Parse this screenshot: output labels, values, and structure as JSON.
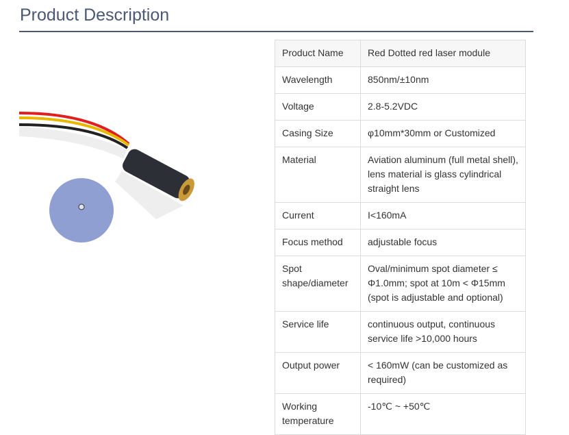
{
  "title": "Product Description",
  "specs": [
    {
      "k": "Product Name",
      "v": "Red Dotted red laser module"
    },
    {
      "k": "Wavelength",
      "v": "850nm/±10nm"
    },
    {
      "k": "Voltage",
      "v": "2.8-5.2VDC"
    },
    {
      "k": "Casing Size",
      "v": "φ10mm*30mm or Customized"
    },
    {
      "k": "Material",
      "v": "Aviation aluminum (full metal shell), lens material is glass cylindrical straight lens"
    },
    {
      "k": "Current",
      "v": "I<160mA"
    },
    {
      "k": "Focus method",
      "v": "adjustable focus"
    },
    {
      "k": "Spot shape/diameter",
      "v": "Oval/minimum spot diameter ≤ Φ1.0mm; spot at 10m < Φ15mm (spot is adjustable and optional)"
    },
    {
      "k": "Service life",
      "v": "continuous output, continuous service life >10,000 hours"
    },
    {
      "k": "Output power",
      "v": " < 160mW (can be customized as required)"
    },
    {
      "k": "Working temperature",
      "v": "-10℃ ~ +50℃"
    }
  ]
}
